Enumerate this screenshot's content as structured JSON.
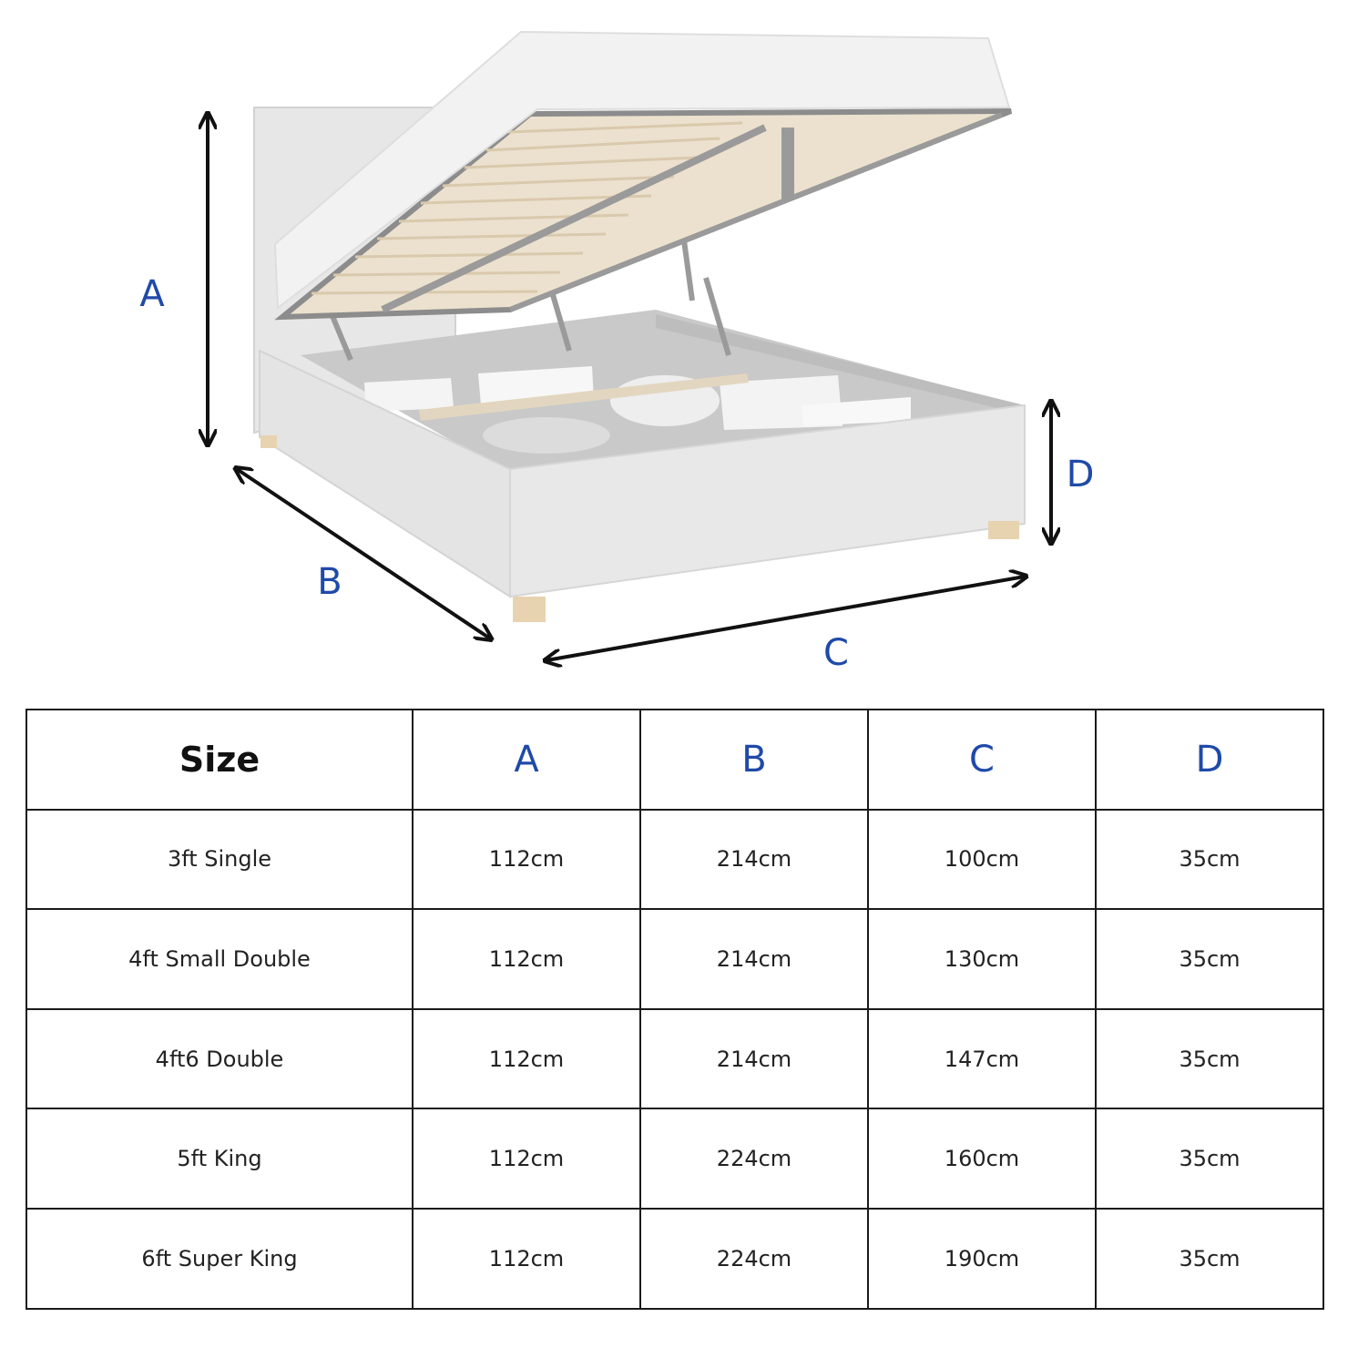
{
  "diagram": {
    "labels": {
      "a": "A",
      "b": "B",
      "c": "C",
      "d": "D"
    },
    "colors": {
      "label": "#1f4aa8",
      "arrow": "#111111",
      "bed_fabric": "#e6e6e6",
      "legs": "#e8d3b0",
      "slats": "#e9dfcd"
    }
  },
  "table": {
    "headers": [
      "Size",
      "A",
      "B",
      "C",
      "D"
    ],
    "rows": [
      [
        "3ft Single",
        "112cm",
        "214cm",
        "100cm",
        "35cm"
      ],
      [
        "4ft Small Double",
        "112cm",
        "214cm",
        "130cm",
        "35cm"
      ],
      [
        "4ft6 Double",
        "112cm",
        "214cm",
        "147cm",
        "35cm"
      ],
      [
        "5ft King",
        "112cm",
        "224cm",
        "160cm",
        "35cm"
      ],
      [
        "6ft Super King",
        "112cm",
        "224cm",
        "190cm",
        "35cm"
      ]
    ]
  }
}
